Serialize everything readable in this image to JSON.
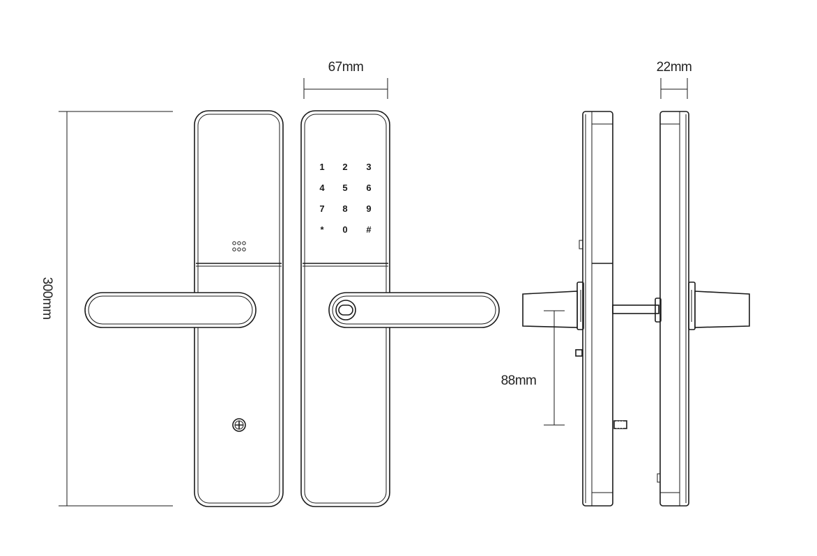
{
  "dimensions": {
    "width": "67mm",
    "height": "300mm",
    "depth": "22mm",
    "handle_distance": "88mm"
  },
  "keypad": {
    "keys": [
      "1",
      "2",
      "3",
      "4",
      "5",
      "6",
      "7",
      "8",
      "9",
      "*",
      "0",
      "#"
    ]
  }
}
